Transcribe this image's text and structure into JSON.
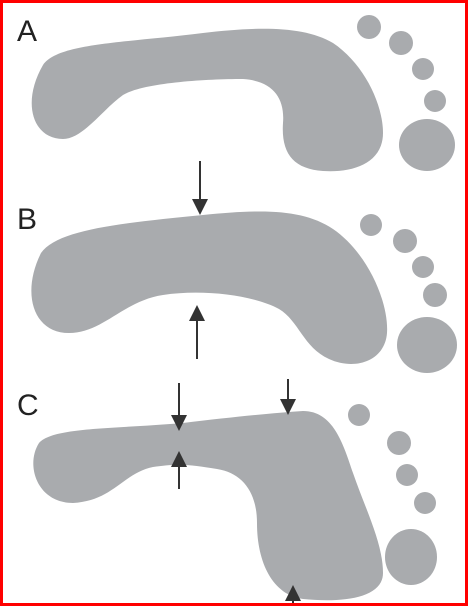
{
  "panels": [
    {
      "label": "A"
    },
    {
      "label": "B"
    },
    {
      "label": "C"
    }
  ],
  "colors": {
    "border": "#ff0000",
    "footprint": "#a9abae",
    "arrow": "#333333"
  }
}
